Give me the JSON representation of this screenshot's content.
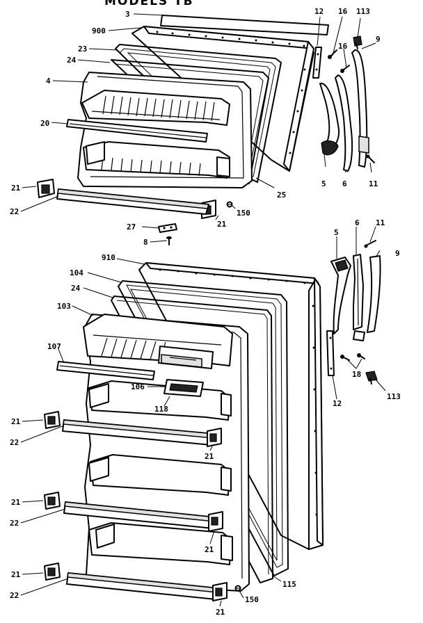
{
  "diagram": {
    "title_fragment": "MODELS TB",
    "labels": {
      "freezer": {
        "p3": "3",
        "p900": "900",
        "p23": "23",
        "p24": "24",
        "p4": "4",
        "p20": "20",
        "p21a": "21",
        "p22": "22",
        "p21b": "21",
        "p27": "27",
        "p8": "8",
        "p12": "12",
        "p16a": "16",
        "p16b": "16",
        "p113": "113",
        "p9": "9",
        "p5": "5",
        "p6": "6",
        "p11": "11",
        "p25": "25",
        "p150": "150"
      },
      "fresh_food": {
        "p910": "910",
        "p104": "104",
        "p24": "24",
        "p103": "103",
        "p107": "107",
        "p106": "106",
        "p118": "118",
        "p21a": "21",
        "p22a": "22",
        "p21b": "21",
        "p21c": "21",
        "p22b": "22",
        "p21d": "21",
        "p21e": "21",
        "p22c": "22",
        "p21f": "21",
        "p150": "150",
        "p115": "115",
        "p5": "5",
        "p6": "6",
        "p11": "11",
        "p9": "9",
        "p12": "12",
        "p18": "18",
        "p113": "113"
      }
    }
  }
}
